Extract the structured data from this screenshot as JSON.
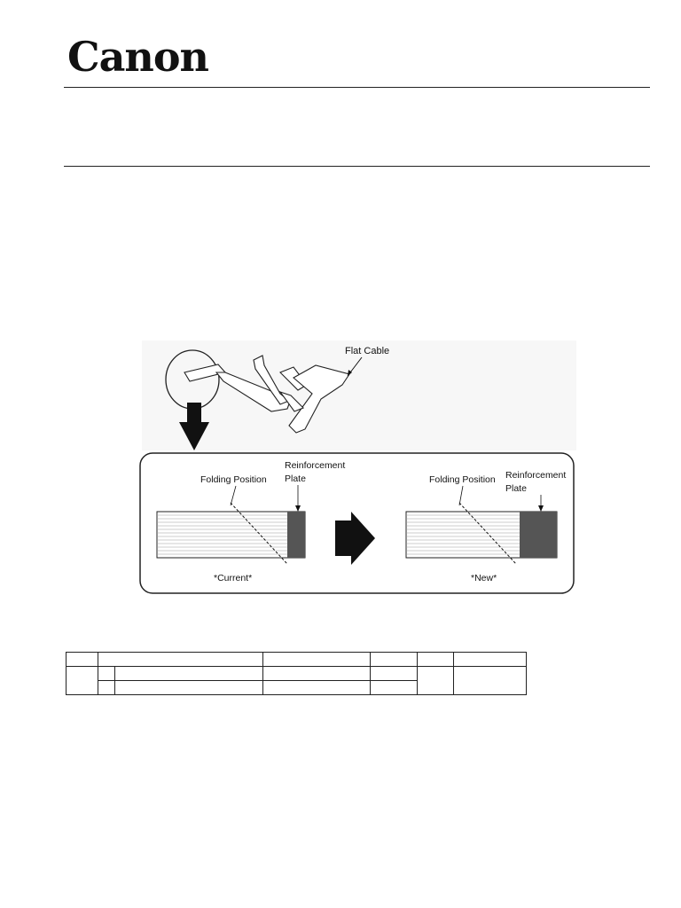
{
  "header": {
    "logo_text": "Canon"
  },
  "figure": {
    "flat_cable_label": "Flat Cable",
    "current": {
      "folding_position_label": "Folding Position",
      "reinforcement_label_line1": "Reinforcement",
      "reinforcement_label_line2": "Plate",
      "caption": "*Current*"
    },
    "new": {
      "folding_position_label": "Folding Position",
      "reinforcement_label_line1": "Reinforcement",
      "reinforcement_label_line2": "Plate",
      "caption": "*New*"
    }
  },
  "parts_table": {
    "header_row": [
      "",
      "",
      "",
      "",
      "",
      ""
    ],
    "rows": [
      [
        "",
        "",
        "",
        "",
        ""
      ],
      [
        "",
        "",
        "",
        ""
      ]
    ]
  }
}
